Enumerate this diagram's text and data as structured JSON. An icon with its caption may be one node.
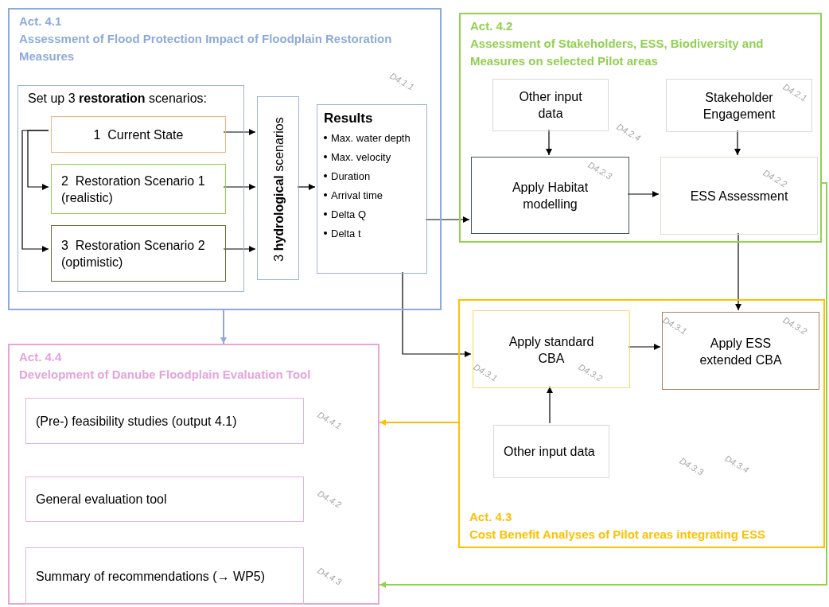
{
  "diagram": {
    "nodes": [
      {
        "text": [
          "Act. 4.1",
          "Assessment of Flood Protection Impact of Floodplain Restoration Measures"
        ]
      },
      {
        "text": [
          "Set up 3 **restoration** scenarios:"
        ],
        "in": 0
      },
      {
        "text": [
          "1  Current State"
        ],
        "in": 1
      },
      {
        "text": [
          "2  Restoration Scenario 1 (realistic)"
        ],
        "in": 1
      },
      {
        "text": [
          "3  Restoration Scenario 2 (optimistic)"
        ],
        "in": 1
      },
      {
        "text": [
          "3 **hydrological** scenarios"
        ],
        "in": 0
      },
      {
        "text": [
          "Results",
          "Max. water depth",
          "Max. velocity",
          "Duration",
          "Arrival time",
          "Delta Q",
          "Delta t"
        ],
        "in": 0
      },
      {
        "text": [
          "Act. 4.2",
          "Assessment of Stakeholders, ESS, Biodiversity and Measures on selected Pilot areas"
        ]
      },
      {
        "text": [
          "Other input data"
        ],
        "in": 7
      },
      {
        "text": [
          "Stakeholder Engagement"
        ],
        "in": 7
      },
      {
        "text": [
          "Apply Habitat modelling"
        ],
        "in": 7
      },
      {
        "text": [
          "ESS Assessment"
        ],
        "in": 7
      },
      {
        "text": [
          "Act. 4.3",
          "Cost Benefit Analyses of Pilot areas integrating ESS"
        ]
      },
      {
        "text": [
          "Apply standard CBA"
        ],
        "in": 12
      },
      {
        "text": [
          "Apply ESS extended CBA"
        ],
        "in": 12
      },
      {
        "text": [
          "Other input data"
        ],
        "in": 12
      },
      {
        "text": [
          "Act. 4.4",
          "Development of  Danube Floodplain Evaluation Tool"
        ]
      },
      {
        "text": [
          "(Pre-) feasibility studies (output 4.1)"
        ],
        "in": 16
      },
      {
        "text": [
          "General evaluation tool"
        ],
        "in": 16
      },
      {
        "text": [
          "Summary of recommendations (→ WP5)"
        ],
        "in": 16
      }
    ],
    "edges": [
      {
        "from": 2,
        "to": 3,
        "arrow": "to"
      },
      {
        "from": 2,
        "to": 4,
        "arrow": "to"
      },
      {
        "from": 2,
        "to": 5,
        "arrow": "to"
      },
      {
        "from": 3,
        "to": 5,
        "arrow": "to"
      },
      {
        "from": 4,
        "to": 5,
        "arrow": "to"
      },
      {
        "from": 5,
        "to": 6,
        "arrow": "to"
      },
      {
        "from": 6,
        "to": 10,
        "arrow": "to"
      },
      {
        "from": 6,
        "to": 13,
        "arrow": "to"
      },
      {
        "from": 8,
        "to": 10,
        "arrow": "to"
      },
      {
        "from": 9,
        "to": 11,
        "arrow": "to"
      },
      {
        "from": 10,
        "to": 11,
        "arrow": "to"
      },
      {
        "from": 11,
        "to": 14,
        "arrow": "to"
      },
      {
        "from": 15,
        "to": 13,
        "arrow": "to"
      },
      {
        "from": 13,
        "to": 14,
        "arrow": "to"
      },
      {
        "from": 0,
        "to": 16,
        "arrow": "to",
        "color": "#8eaadb"
      },
      {
        "from": 12,
        "to": 16,
        "arrow": "to",
        "color": "#ffc000"
      },
      {
        "from": 7,
        "to": 16,
        "arrow": "to",
        "color": "#92d050"
      }
    ],
    "labels": [
      "D4.1.1",
      "D4.2.1",
      "D4.2.4",
      "D4.2.3",
      "D4.2.2",
      "D4.3.1",
      "D4.3.2",
      "D4.3.1",
      "D4.3.2",
      "D4.3.3",
      "D4.3.4",
      "D4.4.1",
      "D4.4.2",
      "D4.4.3"
    ]
  }
}
